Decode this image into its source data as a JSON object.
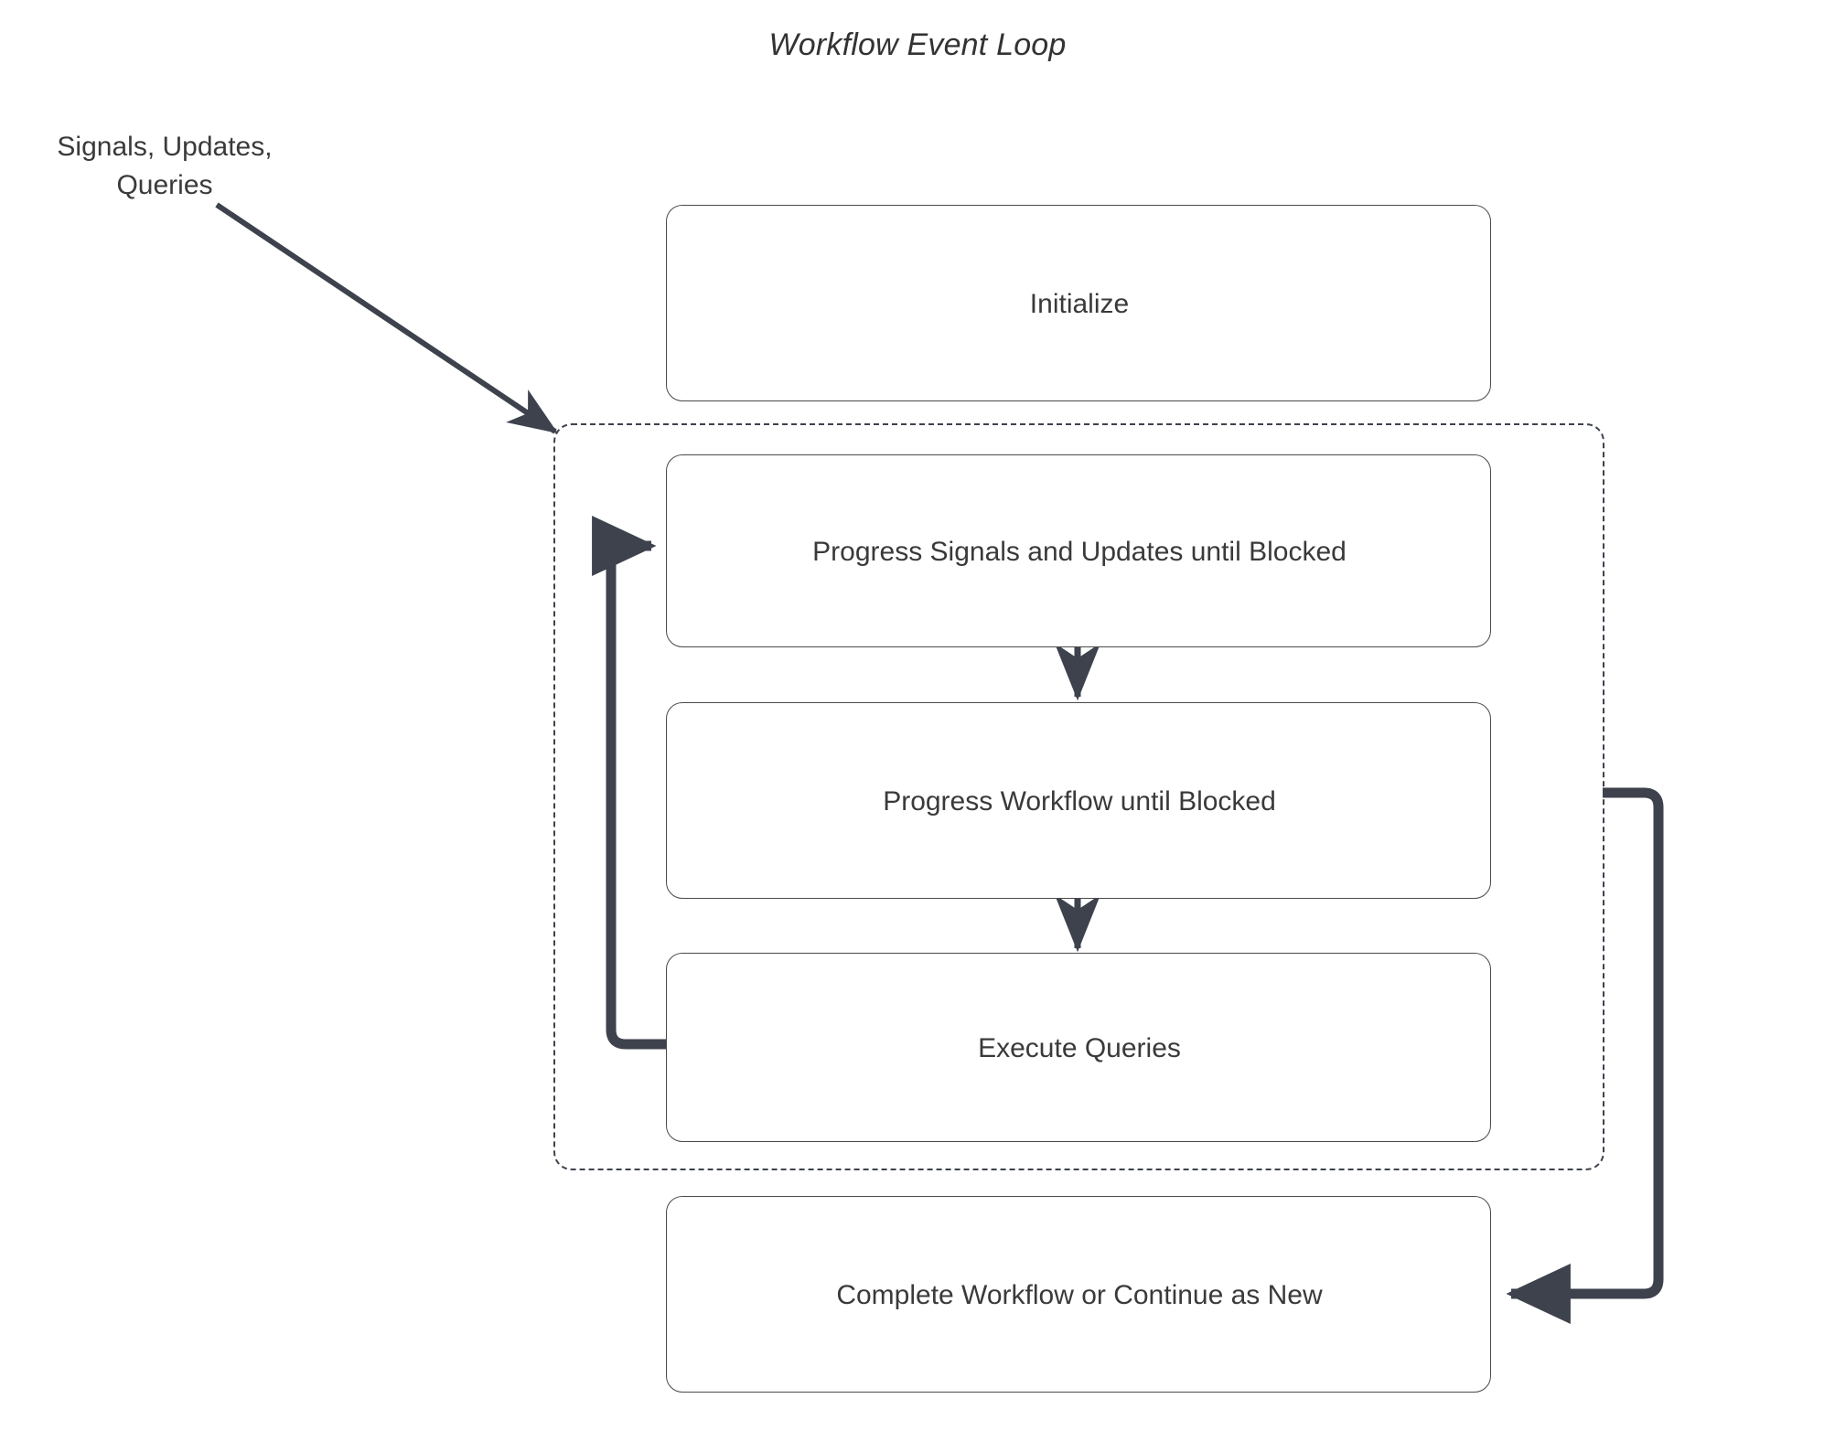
{
  "diagram": {
    "title": "Workflow Event Loop",
    "external_input_label_line1": "Signals, Updates,",
    "external_input_label_line2": "Queries",
    "colors": {
      "background": "#ffffff",
      "node_border": "#4a4a4a",
      "node_fill": "#ffffff",
      "text": "#3a3a3a",
      "arrow": "#3d424d",
      "loop_border": "#3d424d"
    },
    "nodes": [
      {
        "id": "initialize",
        "label": "Initialize"
      },
      {
        "id": "progress-signals-updates",
        "label": "Progress Signals and Updates until Blocked"
      },
      {
        "id": "progress-workflow",
        "label": "Progress Workflow until Blocked"
      },
      {
        "id": "execute-queries",
        "label": "Execute Queries"
      },
      {
        "id": "complete-workflow",
        "label": "Complete Workflow or Continue as New"
      }
    ],
    "loop_group": {
      "id": "event-loop-group",
      "style": "dashed",
      "members": [
        "progress-signals-updates",
        "progress-workflow",
        "execute-queries"
      ]
    },
    "edges": [
      {
        "id": "external-input-edge",
        "from": "Signals, Updates, Queries",
        "to": "event-loop-group",
        "style": "thin-diagonal"
      },
      {
        "id": "signals-to-workflow-edge",
        "from": "progress-signals-updates",
        "to": "progress-workflow",
        "style": "thin-down"
      },
      {
        "id": "workflow-to-queries-edge",
        "from": "progress-workflow",
        "to": "execute-queries",
        "style": "thin-down"
      },
      {
        "id": "loop-back-edge",
        "from": "execute-queries",
        "to": "progress-signals-updates",
        "style": "thick-left-loop"
      },
      {
        "id": "exit-edge",
        "from": "event-loop-group",
        "to": "complete-workflow",
        "style": "thick-right-loop"
      }
    ]
  }
}
